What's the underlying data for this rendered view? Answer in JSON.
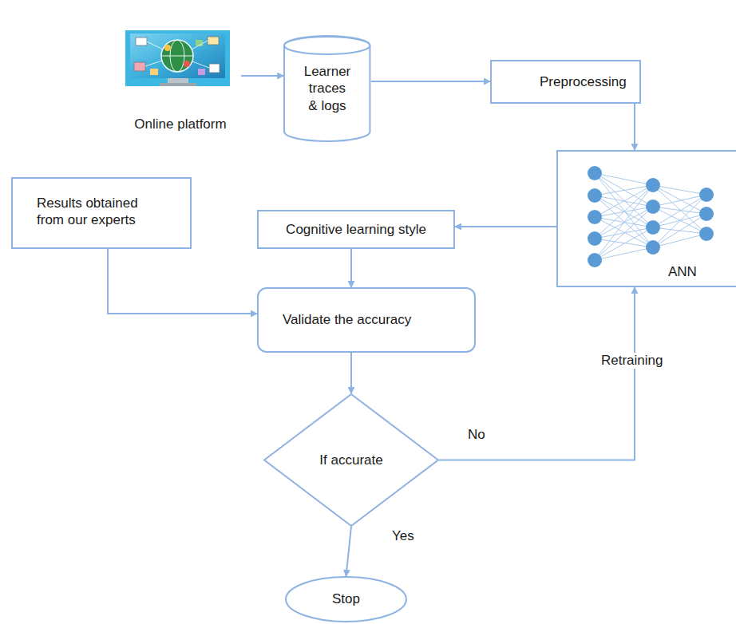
{
  "diagram": {
    "nodes": [
      {
        "text": [
          "Online platform"
        ]
      },
      {
        "text": [
          "Learner traces & logs"
        ]
      },
      {
        "text": [
          "Preprocessing"
        ]
      },
      {
        "text": [
          "ANN"
        ]
      },
      {
        "text": [
          "Cognitive learning style"
        ]
      },
      {
        "text": [
          "Results obtained from our experts"
        ]
      },
      {
        "text": [
          "Validate the accuracy"
        ]
      },
      {
        "text": [
          "If accurate"
        ]
      },
      {
        "text": [
          "Stop"
        ]
      }
    ],
    "edges": [
      {
        "from": 0,
        "to": 1,
        "arrow": "to"
      },
      {
        "from": 1,
        "to": 2,
        "arrow": "to"
      },
      {
        "from": 2,
        "to": 3,
        "arrow": "to"
      },
      {
        "from": 3,
        "to": 4,
        "arrow": "to"
      },
      {
        "from": 4,
        "to": 6,
        "arrow": "to"
      },
      {
        "from": 5,
        "to": 6,
        "arrow": "to"
      },
      {
        "from": 6,
        "to": 7,
        "arrow": "to"
      },
      {
        "from": 7,
        "to": 8,
        "label": "Yes",
        "arrow": "to"
      },
      {
        "from": 7,
        "to": 3,
        "label": "No",
        "arrow": "to"
      }
    ],
    "labels": [
      "Retraining"
    ]
  }
}
